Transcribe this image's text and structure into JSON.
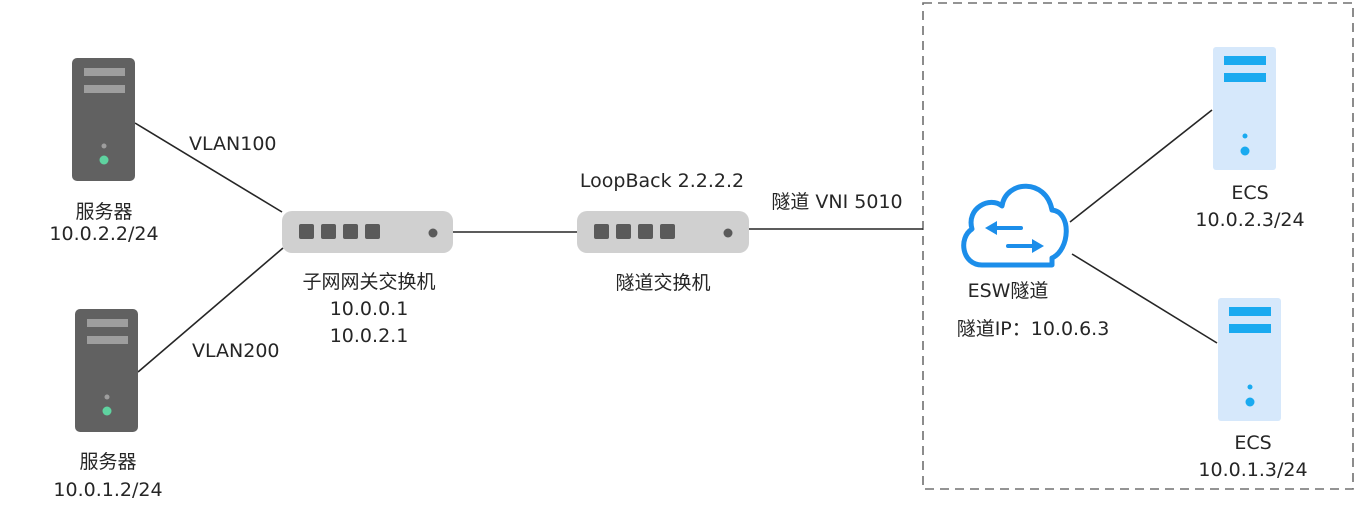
{
  "servers": [
    {
      "name": "服务器",
      "ip": "10.0.2.2/24",
      "vlan": "VLAN100"
    },
    {
      "name": "服务器",
      "ip": "10.0.1.2/24",
      "vlan": "VLAN200"
    }
  ],
  "gateway_switch": {
    "name": "子网网关交换机",
    "ips": [
      "10.0.0.1",
      "10.0.2.1"
    ]
  },
  "tunnel_switch": {
    "name": "隧道交换机",
    "loopback": "LoopBack 2.2.2.2"
  },
  "tunnel_link": {
    "label": "隧道 VNI 5010"
  },
  "esw": {
    "name": "ESW隧道",
    "tunnel_ip": "隧道IP：10.0.6.3"
  },
  "ecs": [
    {
      "name": "ECS",
      "ip": "10.0.2.3/24"
    },
    {
      "name": "ECS",
      "ip": "10.0.1.3/24"
    }
  ],
  "colors": {
    "server_body": "#616161",
    "server_slot": "#9e9e9e",
    "server_led": "#5fd3a0",
    "switch_body": "#d0d0d0",
    "switch_port": "#5a5a5a",
    "ecs_body": "#d6e8fb",
    "ecs_accent": "#1aaaf0",
    "cloud": "#1c8eea",
    "line": "#262626",
    "dashed_border": "#707070"
  }
}
